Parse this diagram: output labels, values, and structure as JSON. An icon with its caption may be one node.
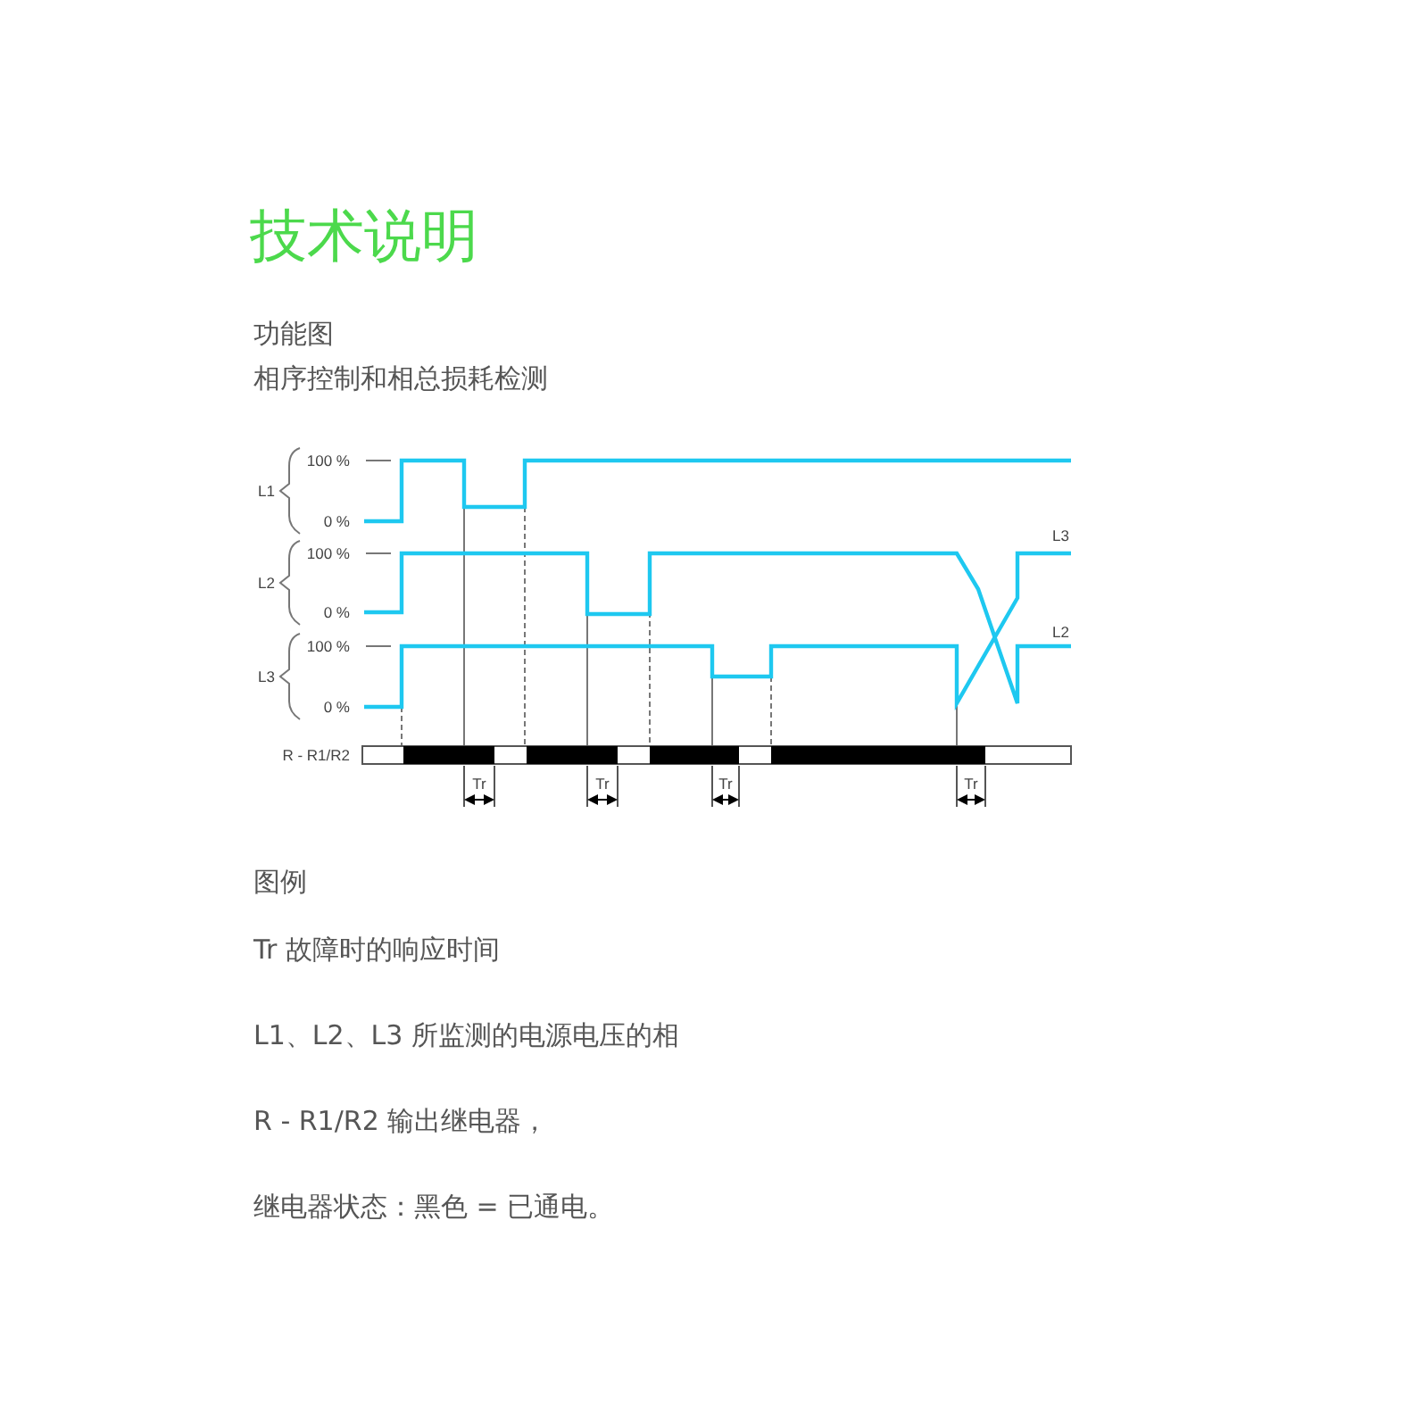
{
  "diagram": {
    "title": "技术说明",
    "labels": [
      "功能图",
      "相序控制和相总损耗检测",
      "L1",
      "100 %",
      "0 %",
      "L2",
      "100 %",
      "0 %",
      "L3",
      "100 %",
      "0 %",
      "L3",
      "L2",
      "R - R1/R2",
      "Tr",
      "Tr",
      "Tr",
      "Tr",
      "图例",
      "Tr 故障时的响应时间",
      "L1、L2、L3 所监测的电源电压的相",
      "R - R1/R2 输出继电器，",
      "继电器状态：黑色 = 已通电。"
    ]
  }
}
